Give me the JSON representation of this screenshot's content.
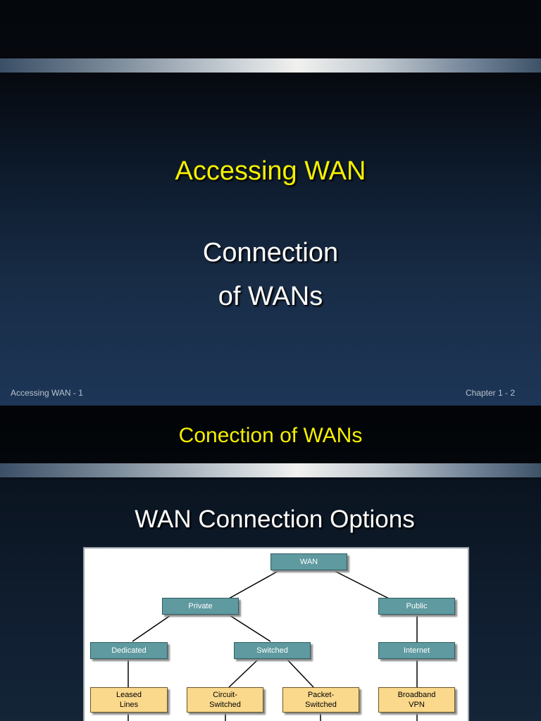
{
  "slide1": {
    "title": "Accessing WAN",
    "subtitle_line1": "Connection",
    "subtitle_line2": "of WANs",
    "footer_left": "Accessing WAN - 1",
    "footer_right": "Chapter 1 - 2"
  },
  "slide2": {
    "header": "Conection of WANs",
    "title": "WAN Connection Options"
  },
  "diagram": {
    "nodes": {
      "wan": "WAN",
      "private": "Private",
      "public": "Public",
      "dedicated": "Dedicated",
      "switched": "Switched",
      "internet": "Internet",
      "leased": "Leased\nLines",
      "circuit": "Circuit-\nSwitched",
      "packet": "Packet-\nSwitched",
      "broadband": "Broadband\nVPN"
    },
    "colors": {
      "category": "#5e9aa0",
      "option": "#fbd98c"
    }
  },
  "theme": {
    "accent_yellow": "#f4f000"
  }
}
